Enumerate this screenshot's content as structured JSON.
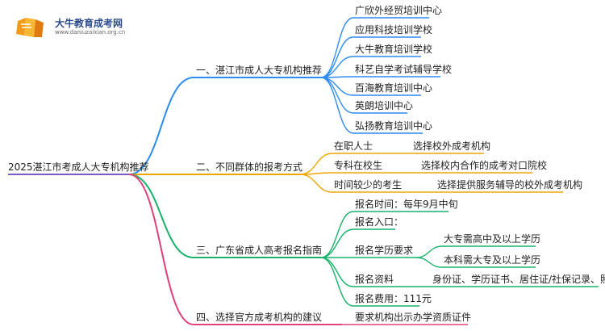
{
  "logo": {
    "name": "大牛教育成考网",
    "url": "www.daniuzaixian.org.cn"
  },
  "colors": {
    "branch1": "#2d8cf0",
    "branch2": "#f0a500",
    "branch3": "#19b26b",
    "branch4": "#e0407a",
    "root_line": "#7a5cc8"
  },
  "root": "2025湛江市考成人大专机构推荐",
  "branch1": {
    "label": "一、湛江市成人大专机构推荐",
    "items": [
      "广欣外经贸培训中心",
      "应用科技培训学校",
      "大牛教育培训学校",
      "科艺自学考试辅导学校",
      "百海教育培训中心",
      "英朗培训中心",
      "弘扬教育培训中心"
    ]
  },
  "branch2": {
    "label": "二、不同群体的报考方式",
    "rows": [
      {
        "group": "在职人士",
        "way": "选择校外成考机构"
      },
      {
        "group": "专科在校生",
        "way": "选择校内合作的成考对口院校"
      },
      {
        "group": "时间较少的考生",
        "way": "选择提供服务辅导的校外成考机构"
      }
    ]
  },
  "branch3": {
    "label": "三、广东省成人高考报名指南",
    "time": "报名时间：每年9月中旬",
    "entry": "报名入口：",
    "edu_req": "报名学历要求",
    "edu_items": [
      "大专需高中及以上学历",
      "本科需大专及以上学历"
    ],
    "materials": "报名资料",
    "materials_detail": "身份证、学历证书、居住证/社保记录、照片等",
    "fee": "报名费用：111元"
  },
  "branch4": {
    "label": "四、选择官方成考机构的建议",
    "advice": "要求机构出示办学资质证件"
  }
}
